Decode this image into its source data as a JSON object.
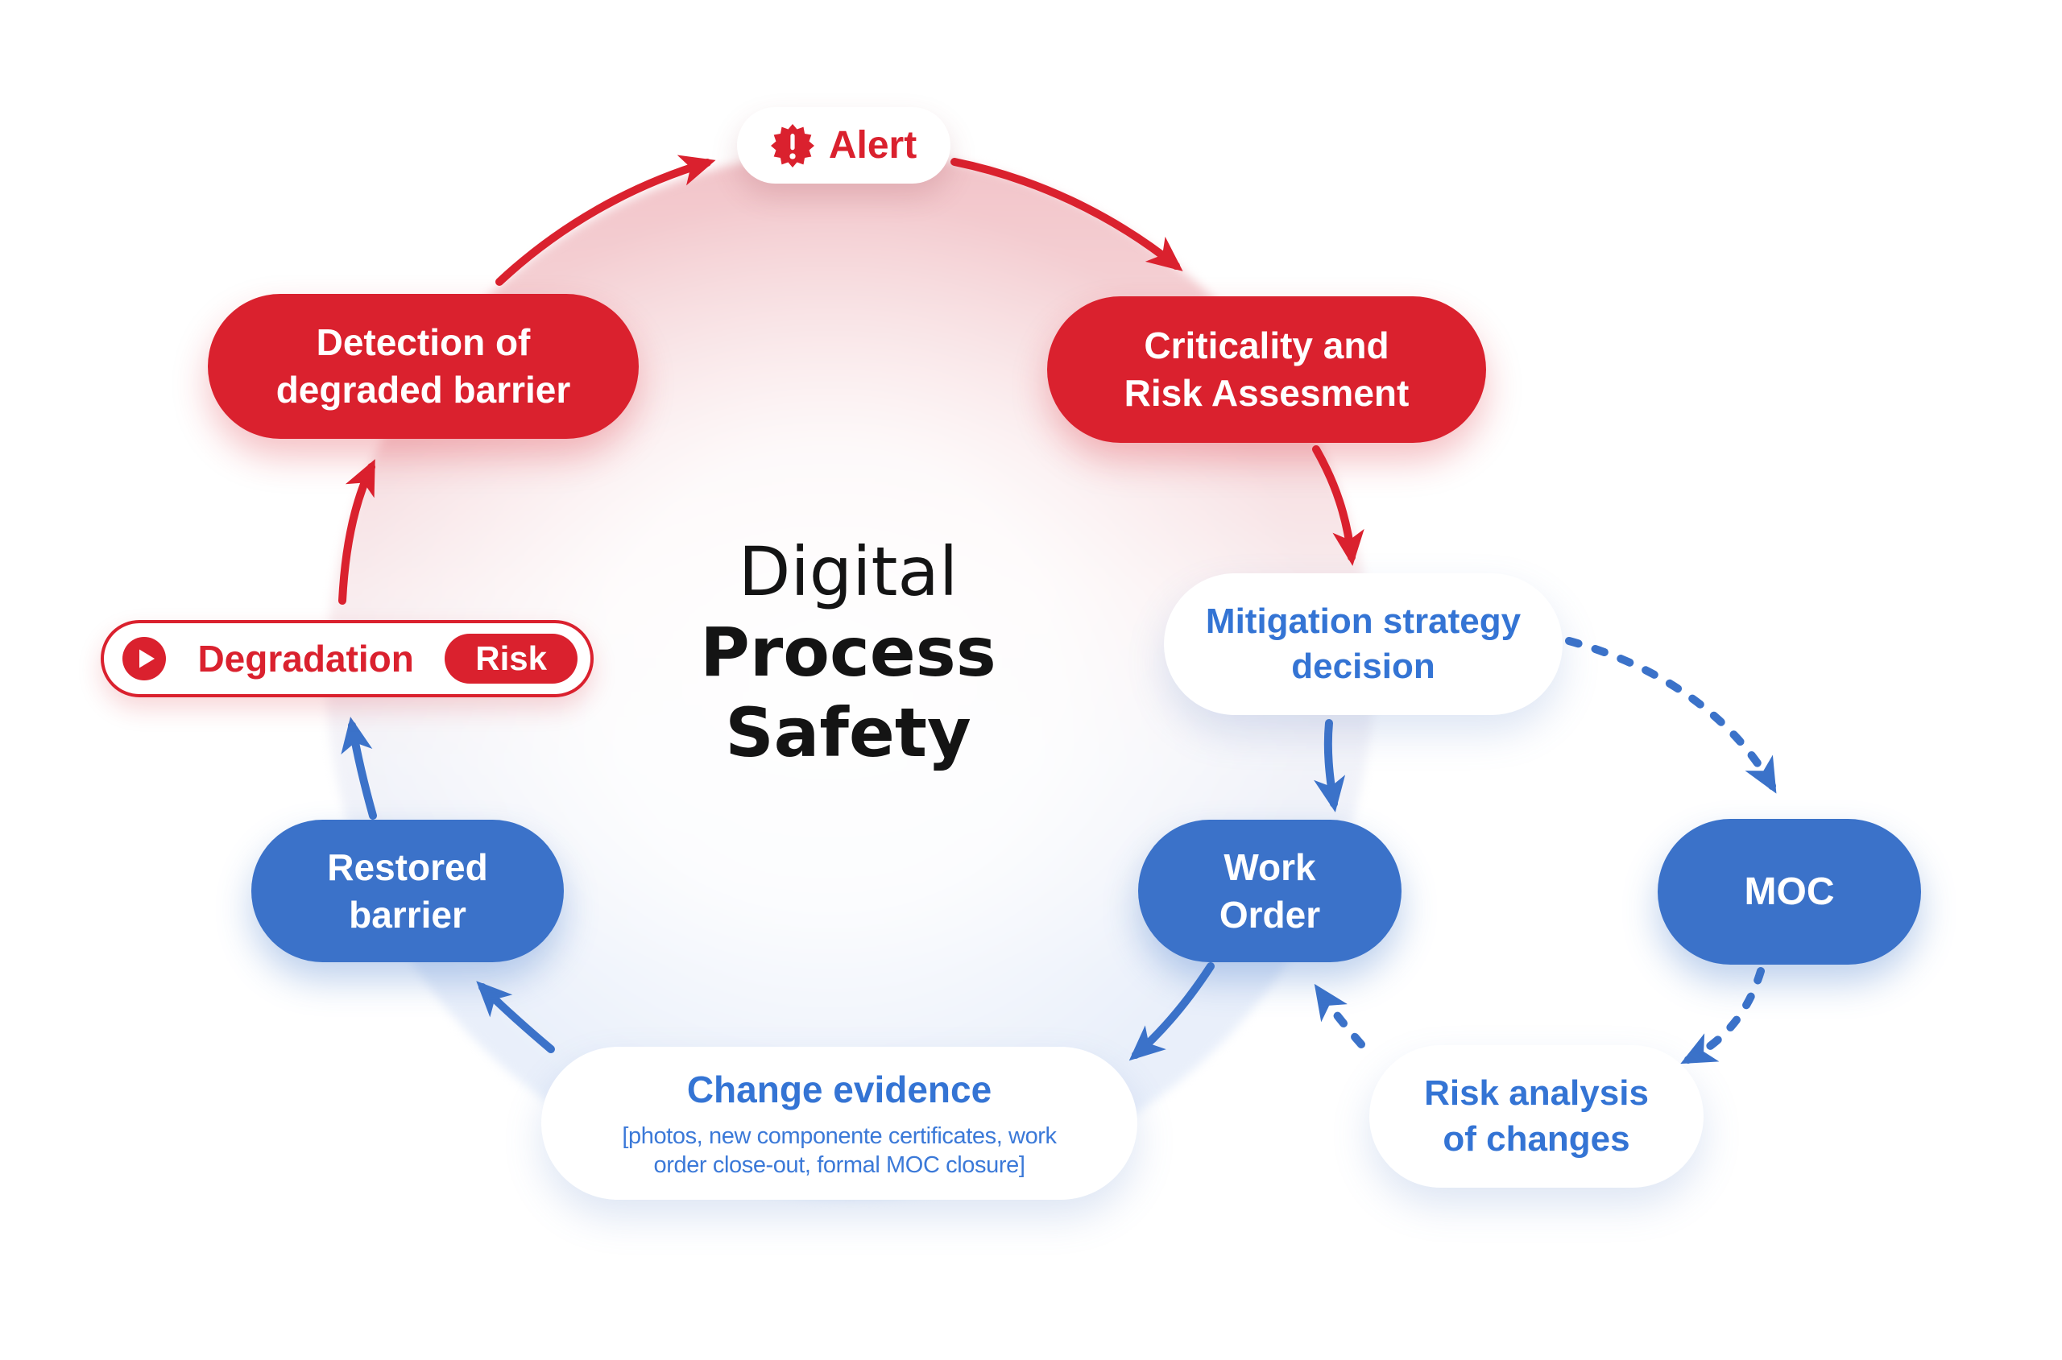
{
  "title": {
    "line1": "Digital",
    "line2": "Process",
    "line3": "Safety"
  },
  "nodes": {
    "alert": {
      "label": "Alert"
    },
    "detection": {
      "label": "Detection of\ndegraded barrier"
    },
    "criticality": {
      "label": "Criticality and\nRisk Assesment"
    },
    "mitigation": {
      "label": "Mitigation strategy\ndecision"
    },
    "work_order": {
      "label": "Work\nOrder"
    },
    "moc": {
      "label": "MOC"
    },
    "risk_analysis": {
      "label": "Risk analysis\nof changes"
    },
    "change_evidence": {
      "title": "Change evidence",
      "subtitle": "[photos, new componente certificates, work\norder close-out, formal MOC closure]"
    },
    "restored_barrier": {
      "label": "Restored\nbarrier"
    },
    "degradation": {
      "label": "Degradation",
      "risk_badge": "Risk"
    }
  },
  "icons": [
    "alert-seal-icon",
    "play-icon"
  ],
  "colors": {
    "red": "#da212e",
    "blue": "#3b72c9",
    "blue_text": "#3474d4",
    "pink_fill": "#f2c4c9",
    "light_blue_fill": "#e9effa"
  }
}
